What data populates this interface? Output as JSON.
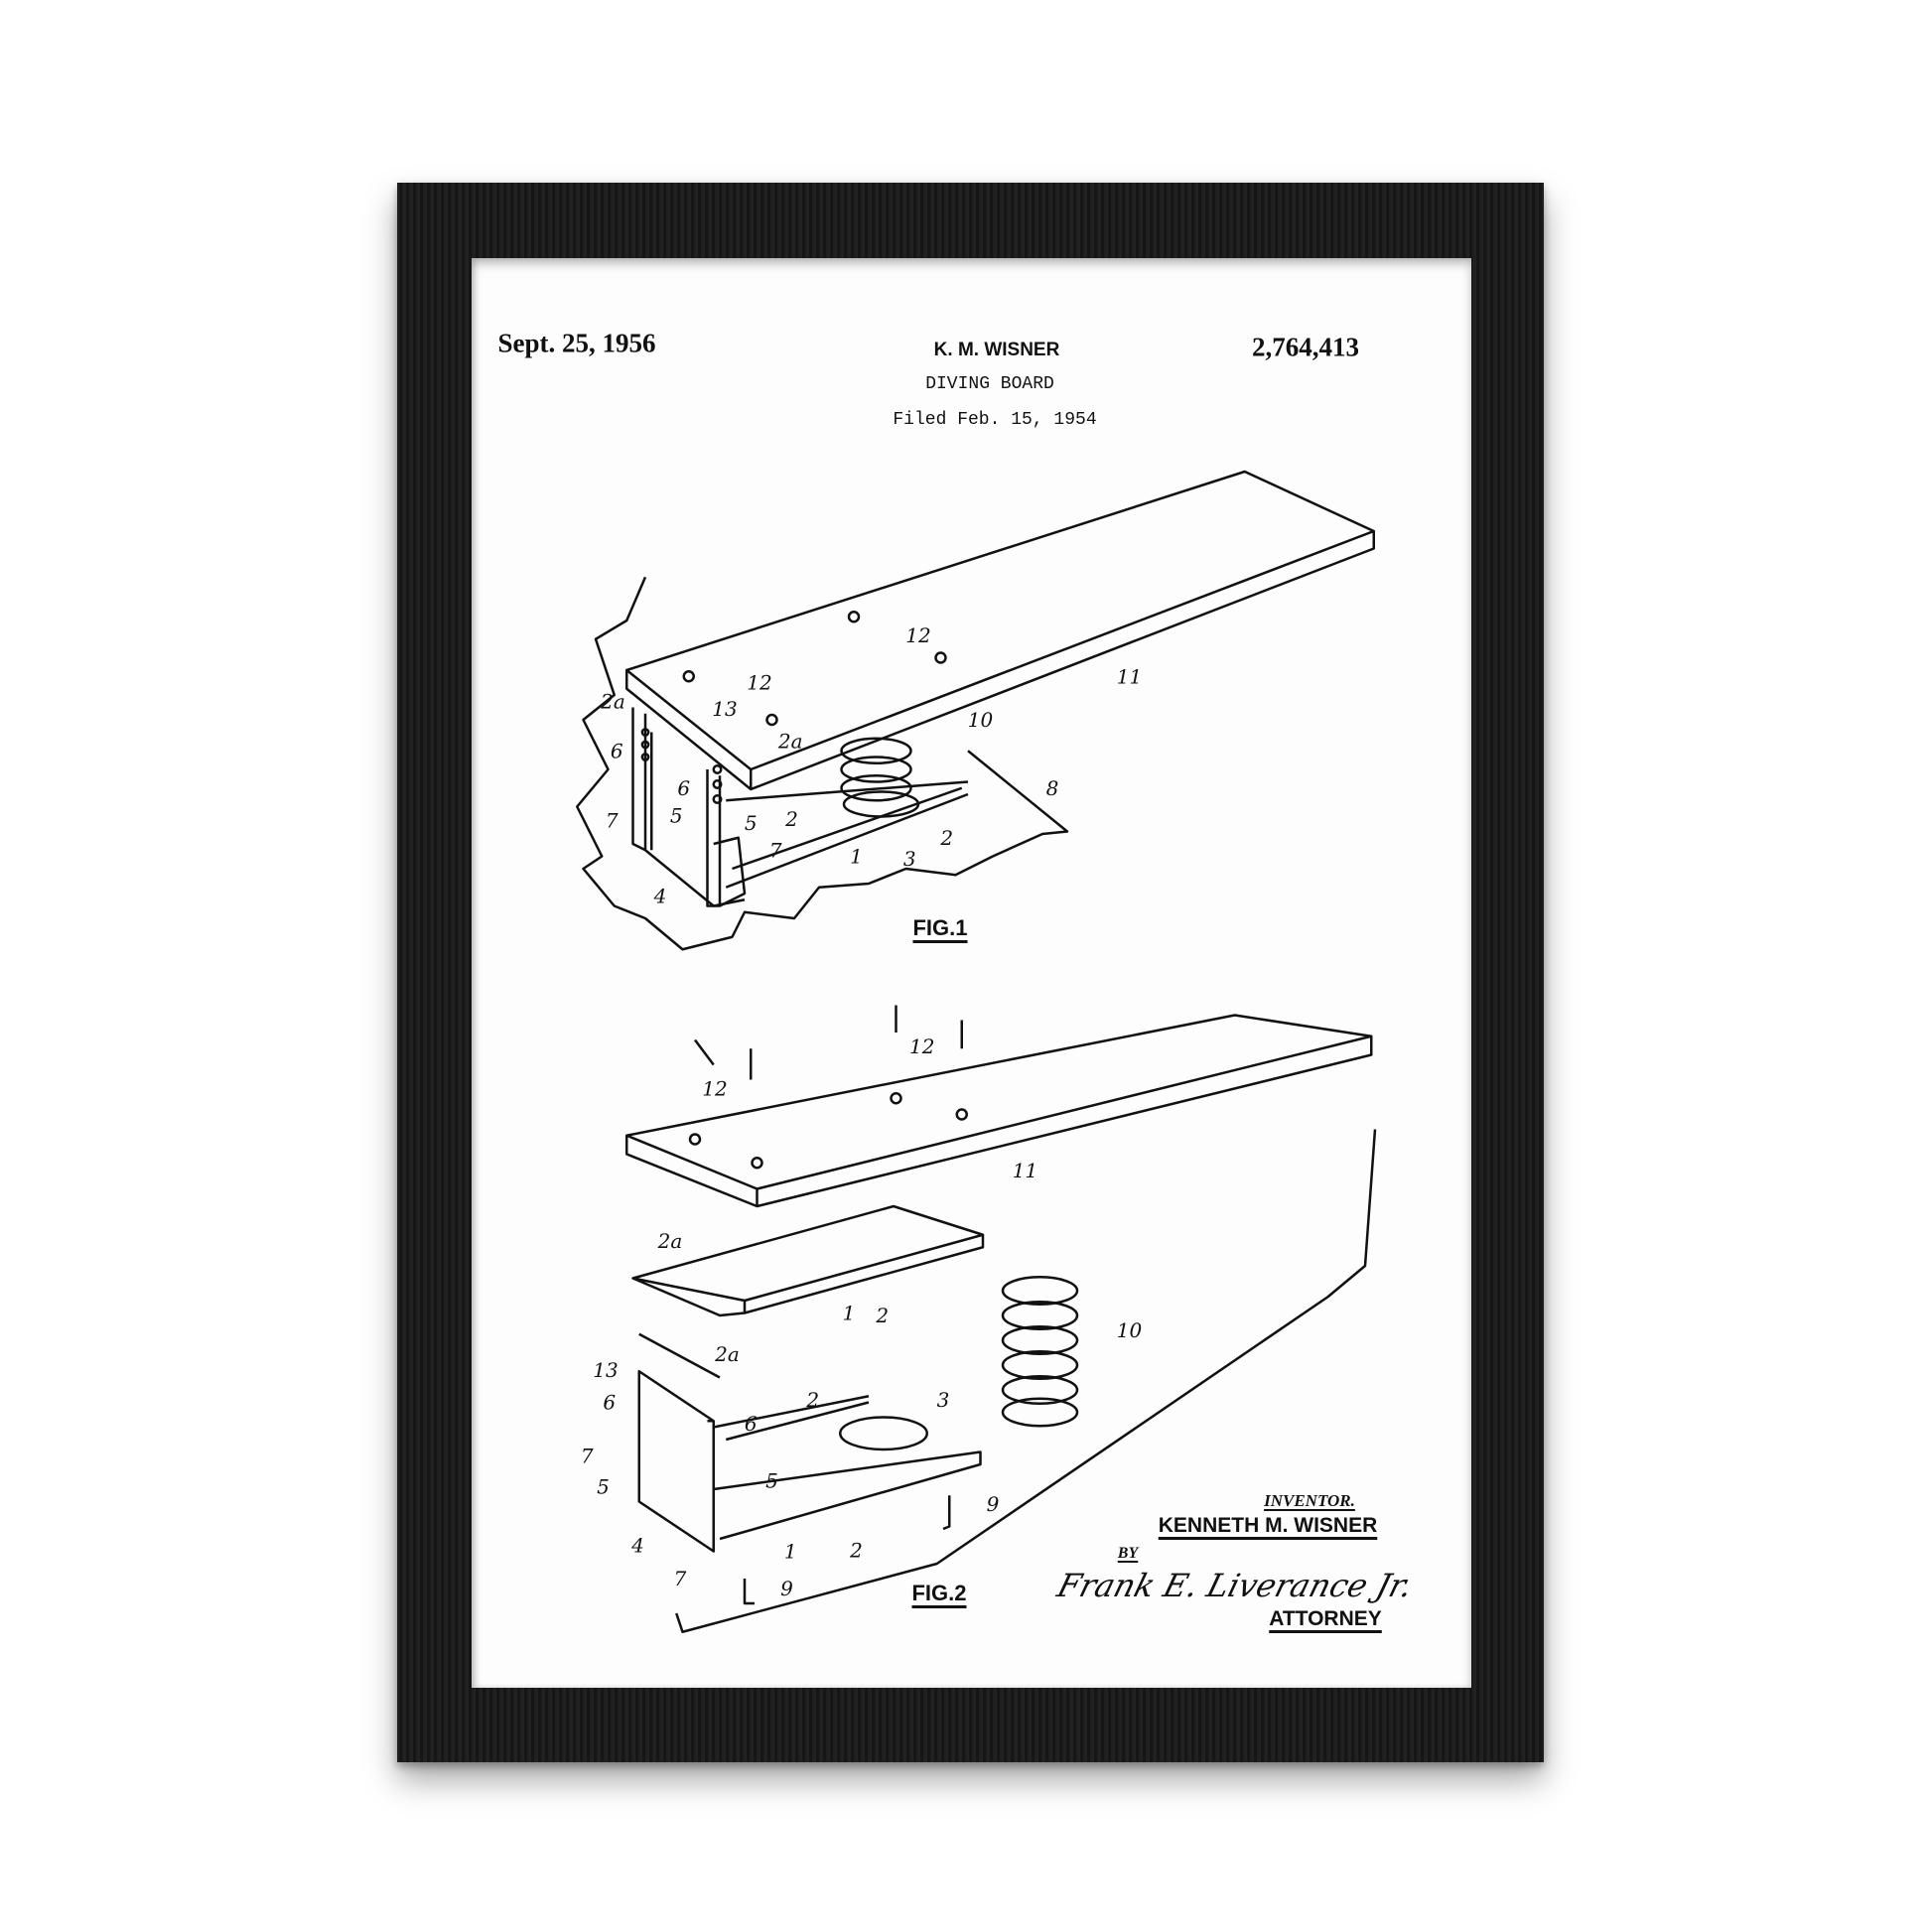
{
  "header": {
    "date": "Sept. 25, 1956",
    "inventor_short": "K. M. WISNER",
    "title": "DIVING BOARD",
    "filed": "Filed Feb. 15, 1954",
    "patent_number": "2,764,413"
  },
  "figures": {
    "fig1": {
      "caption": "FIG.1",
      "labels": [
        "12",
        "12",
        "2a",
        "13",
        "2a",
        "10",
        "11",
        "8",
        "6",
        "6",
        "7",
        "5",
        "5",
        "2",
        "2",
        "1",
        "3",
        "7",
        "4"
      ]
    },
    "fig2": {
      "caption": "FIG.2",
      "labels": [
        "12",
        "12",
        "11",
        "2a",
        "2a",
        "1",
        "2",
        "10",
        "13",
        "6",
        "6",
        "2",
        "3",
        "7",
        "5",
        "5",
        "9",
        "4",
        "1",
        "2",
        "7",
        "9"
      ]
    }
  },
  "signature_block": {
    "inventor_label": "INVENTOR.",
    "inventor_name": "KENNETH M. WISNER",
    "by": "BY",
    "signature": "Frank E. Liverance Jr.",
    "attorney_label": "ATTORNEY"
  },
  "colors": {
    "frame": "#1c1c1c",
    "mat": "#fdfdfd",
    "ink": "#111111"
  }
}
